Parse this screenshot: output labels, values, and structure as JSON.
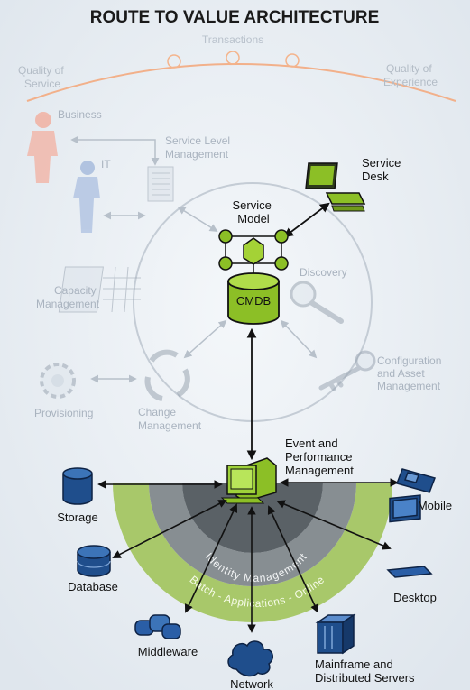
{
  "title": "ROUTE TO VALUE ARCHITECTURE",
  "top": {
    "transactions": "Transactions",
    "quality_of_service": [
      "Quality of",
      "Service"
    ],
    "quality_of_experience": [
      "Quality of",
      "Experience"
    ]
  },
  "faded_nodes": {
    "business": "Business",
    "it": "IT",
    "service_level": [
      "Service Level",
      "Management"
    ],
    "discovery": "Discovery",
    "capacity": [
      "Capacity",
      "Management"
    ],
    "configuration": [
      "Configuration",
      "and Asset",
      "Management"
    ],
    "provisioning": "Provisioning",
    "change": [
      "Change",
      "Management"
    ]
  },
  "core": {
    "service_desk": [
      "Service",
      "Desk"
    ],
    "service_model": [
      "Service",
      "Model"
    ],
    "cmdb": "CMDB",
    "event_perf": [
      "Event and",
      "Performance",
      "Management"
    ]
  },
  "arcs": {
    "identity": "Identity Management",
    "batch": "Batch - Applications - Online"
  },
  "endpoints": {
    "storage": "Storage",
    "database": "Database",
    "middleware": "Middleware",
    "network": "Network",
    "mainframe": [
      "Mainframe and",
      "Distributed Servers"
    ],
    "desktop": "Desktop",
    "mobile": "Mobile"
  },
  "colors": {
    "title": "#1a1a1a",
    "accent_green": "#8cbf26",
    "dark_blue": "#1f4e8c",
    "faded_text": "#a9b3bf",
    "orange": "#f0a77a"
  }
}
